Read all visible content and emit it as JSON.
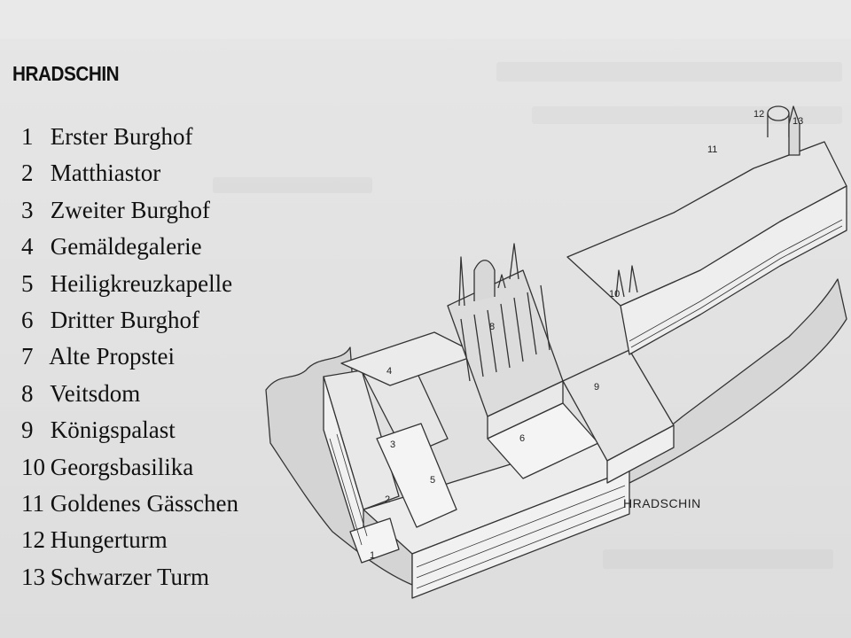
{
  "page": {
    "title": "HRADSCHIN",
    "map_label": "HRADSCHIN"
  },
  "legend": [
    {
      "num": "1",
      "name": "Erster Burghof"
    },
    {
      "num": "2",
      "name": "Matthiastor"
    },
    {
      "num": "3",
      "name": "Zweiter Burghof"
    },
    {
      "num": "4",
      "name": "Gemäldegalerie"
    },
    {
      "num": "5",
      "name": "Heiligkreuzkapelle"
    },
    {
      "num": "6",
      "name": "Dritter Burghof"
    },
    {
      "num": "7",
      "name": "Alte Propstei"
    },
    {
      "num": "8",
      "name": "Veitsdom"
    },
    {
      "num": "9",
      "name": "Königspalast"
    },
    {
      "num": "10",
      "name": "Georgsbasilika"
    },
    {
      "num": "11",
      "name": "Goldenes Gässchen"
    },
    {
      "num": "12",
      "name": "Hungerturm"
    },
    {
      "num": "13",
      "name": "Schwarzer Turm"
    }
  ],
  "map_markers": [
    "1",
    "2",
    "3",
    "4",
    "5",
    "6",
    "8",
    "9",
    "10",
    "11",
    "12",
    "13"
  ],
  "colors": {
    "paper": "#e4e4e4",
    "ink": "#111111",
    "line": "#333333"
  }
}
